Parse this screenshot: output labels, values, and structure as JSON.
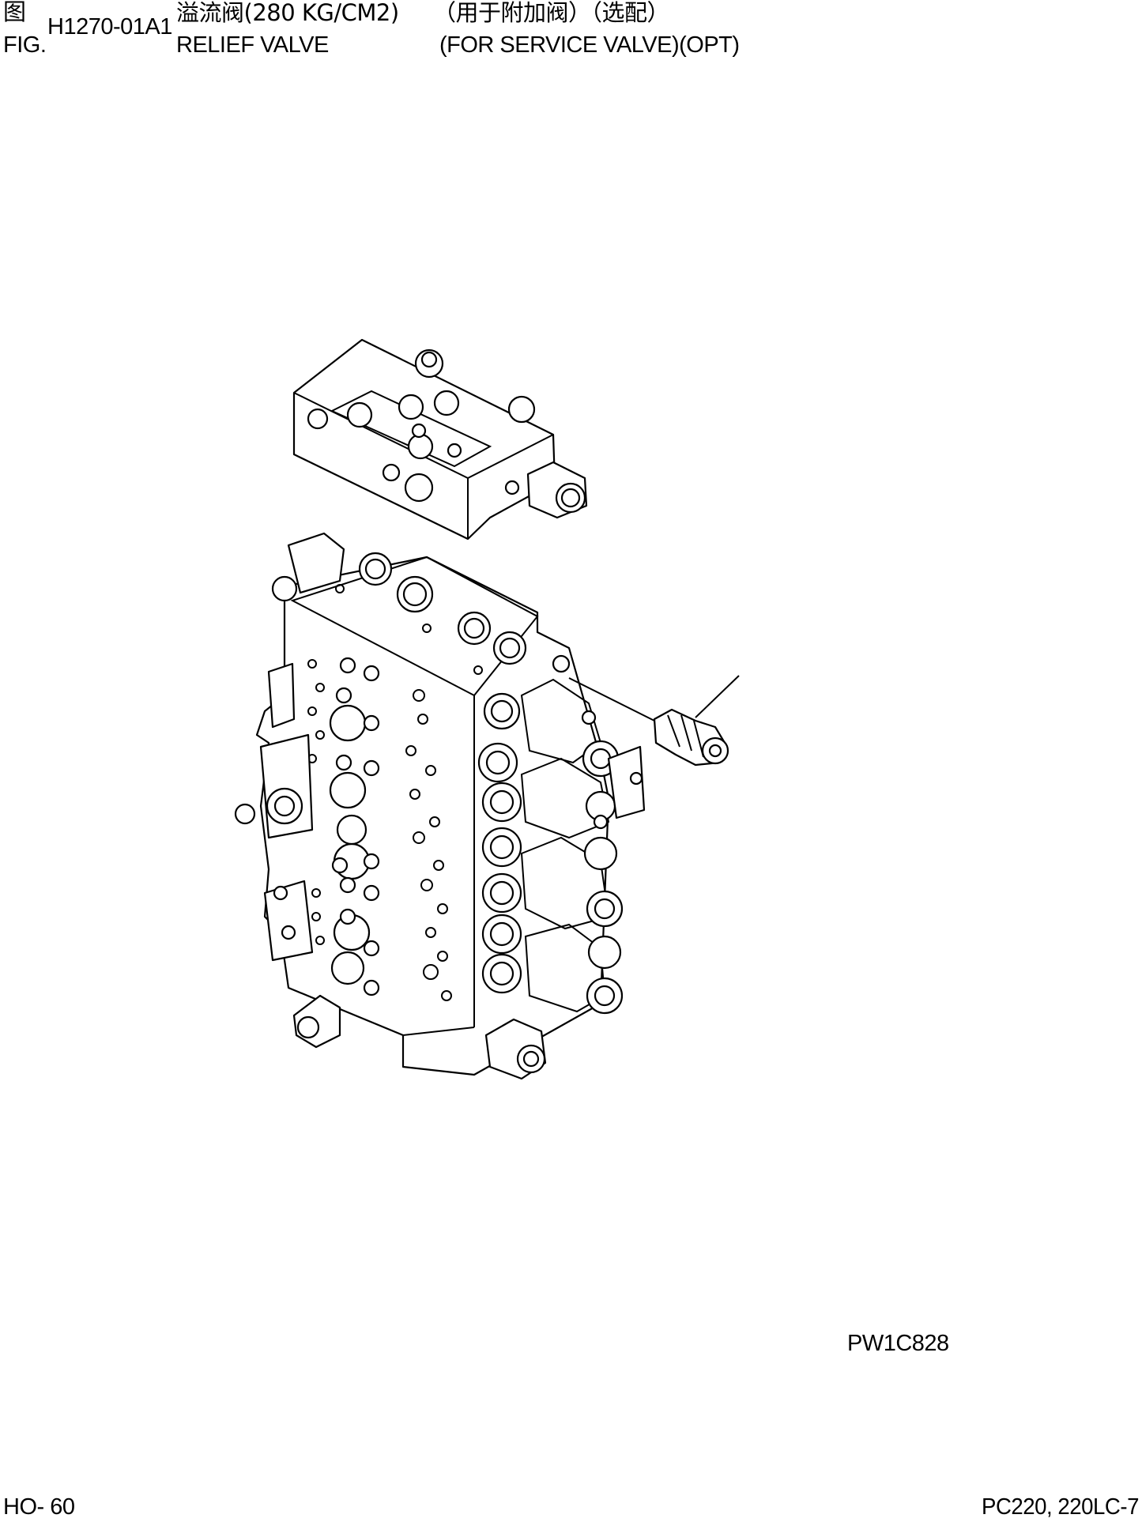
{
  "header": {
    "fig_label_cn": "图",
    "fig_label_en": "FIG.",
    "fig_number": "H1270-01A1",
    "title_cn": "溢流阀(280 KG/CM2)",
    "title_en": "RELIEF VALVE",
    "note_cn": "（用于附加阀）（选配）",
    "note_en": "(FOR SERVICE VALVE)(OPT)"
  },
  "illustration": {
    "drawing_code": "PW1C828"
  },
  "footer": {
    "page_number": "HO- 60",
    "model": "PC220, 220LC-7"
  }
}
